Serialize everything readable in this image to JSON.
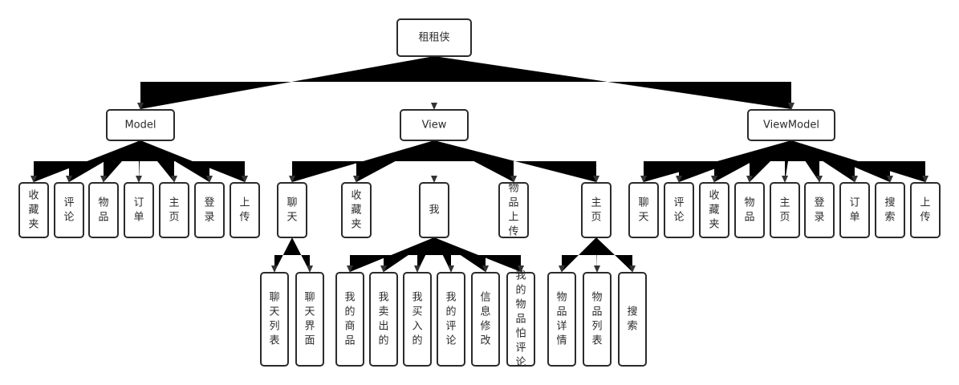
{
  "diagram": {
    "type": "tree",
    "colors": {
      "stroke": "#2b2b2b",
      "fill": "#ffffff",
      "line": "#333333"
    },
    "root": {
      "id": "root",
      "label": "租租侠"
    },
    "level1": [
      {
        "id": "model",
        "label": "Model"
      },
      {
        "id": "view",
        "label": "View"
      },
      {
        "id": "viewmodel",
        "label": "ViewModel"
      }
    ],
    "model_children": [
      "收藏夹",
      "评论",
      "物品",
      "订单",
      "主页",
      "登录",
      "上传"
    ],
    "view_children": [
      "聊天",
      "收藏夹",
      "我",
      "物品上传",
      "主页"
    ],
    "viewmodel_children": [
      "聊天",
      "评论",
      "收藏夹",
      "物品",
      "主页",
      "登录",
      "订单",
      "搜索",
      "上传"
    ],
    "view_chat_children": [
      "聊天列表",
      "聊天界面"
    ],
    "view_me_children": [
      "我的商品",
      "我卖出的",
      "我买入的",
      "我的评论",
      "信息修改",
      "我的物品怕评论"
    ],
    "view_home_children": [
      "物品详情",
      "物品列表",
      "搜索"
    ]
  }
}
